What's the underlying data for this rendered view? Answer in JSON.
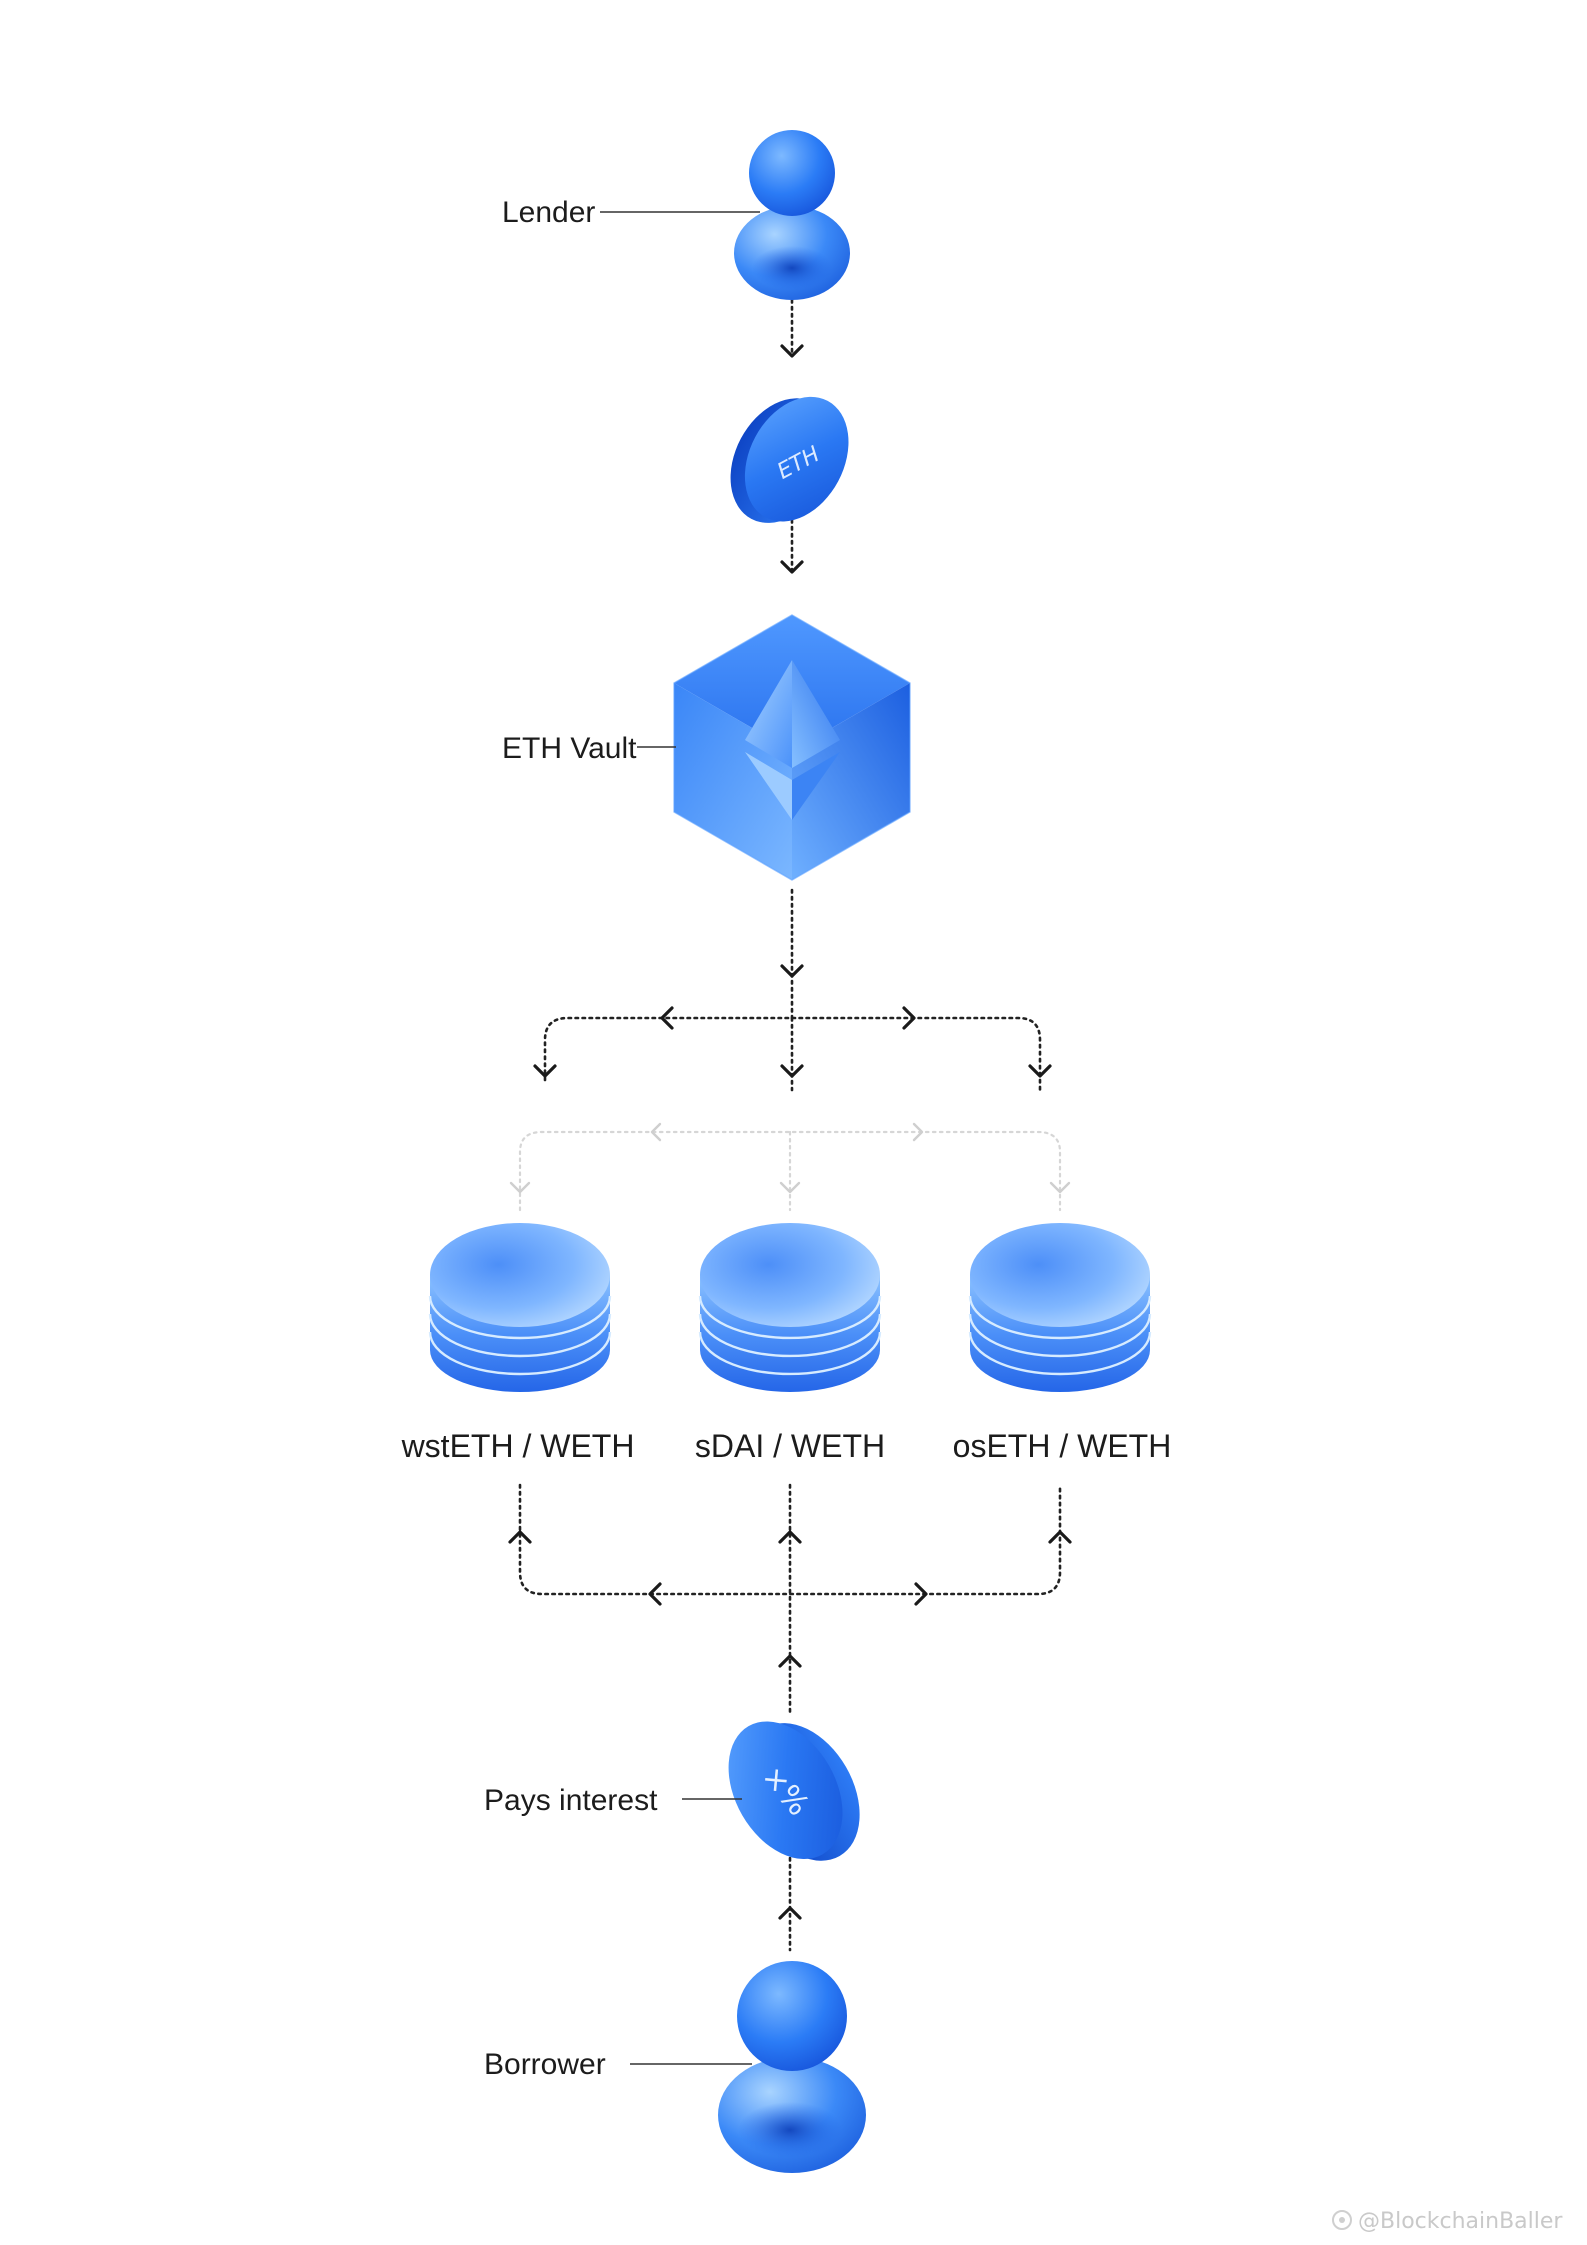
{
  "nodes": {
    "lender": {
      "label": "Lender"
    },
    "eth_coin": {
      "text": "ETH"
    },
    "vault": {
      "label": "ETH Vault"
    },
    "pools": [
      {
        "label": "wstETH / WETH"
      },
      {
        "label": "sDAI / WETH"
      },
      {
        "label": "osETH / WETH"
      }
    ],
    "interest_coin": {
      "label": "Pays interest",
      "text": "×%"
    },
    "borrower": {
      "label": "Borrower"
    }
  },
  "watermark": "@BlockchainBaller",
  "colors": {
    "primary_blue": "#1f6ff0",
    "light_blue": "#8cc4ff",
    "line": "#222222"
  }
}
